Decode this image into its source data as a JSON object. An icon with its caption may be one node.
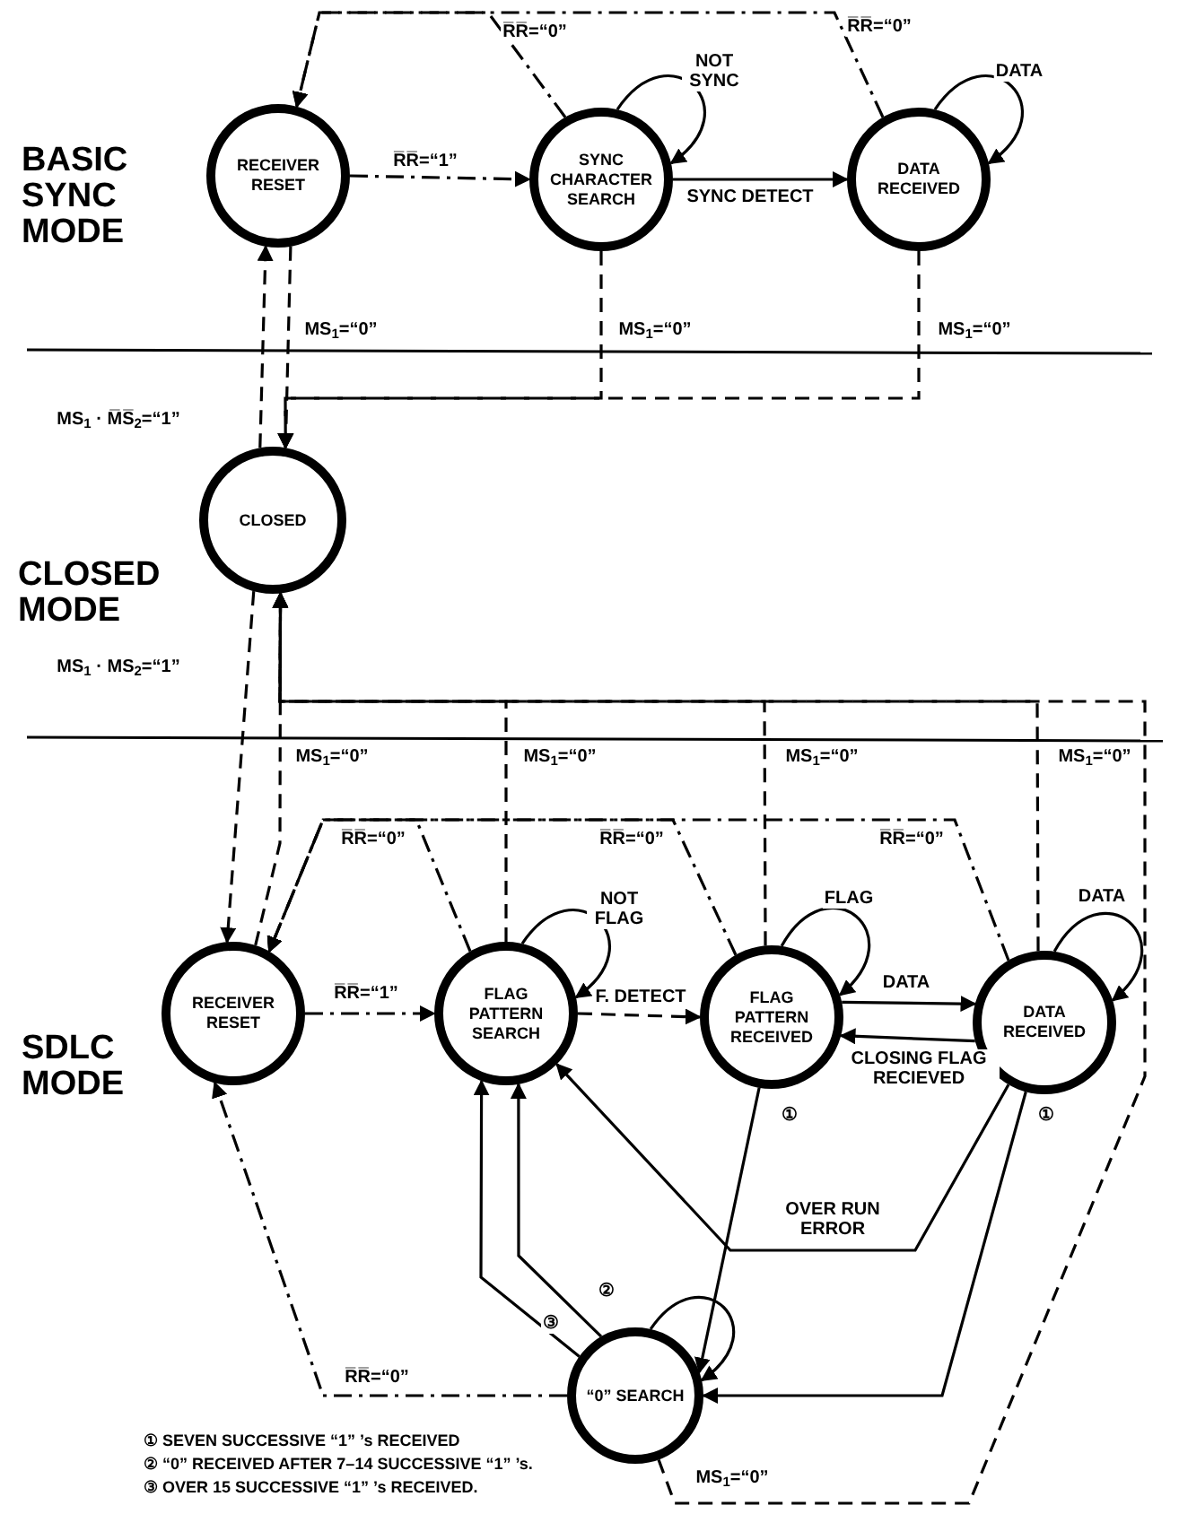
{
  "diagram": {
    "nodes": [
      {
        "text": [
          "RECEIVER RESET"
        ]
      },
      {
        "text": [
          "SYNC CHARACTER SEARCH"
        ]
      },
      {
        "text": [
          "DATA RECEIVED"
        ]
      },
      {
        "text": [
          "CLOSED"
        ]
      },
      {
        "text": [
          "RECEIVER RESET"
        ]
      },
      {
        "text": [
          "FLAG PATTERN SEARCH"
        ]
      },
      {
        "text": [
          "FLAG PATTERN RECEIVED"
        ]
      },
      {
        "text": [
          "DATA RECEIVED"
        ]
      },
      {
        "text": [
          "“0” SEARCH"
        ]
      }
    ],
    "edges": [
      {
        "from": 0,
        "to": 1,
        "arrow": "to",
        "label": "R̅R̅=“1”",
        "style": "dashed"
      },
      {
        "from": 1,
        "to": 1,
        "arrow": "to",
        "label": "NOT SYNC"
      },
      {
        "from": 1,
        "to": 2,
        "arrow": "to",
        "label": "SYNC DETECT"
      },
      {
        "from": 2,
        "to": 2,
        "arrow": "to",
        "label": "DATA"
      },
      {
        "from": 1,
        "to": 0,
        "arrow": "to",
        "label": "R̅R̅=“0”",
        "style": "dashed"
      },
      {
        "from": 2,
        "to": 0,
        "arrow": "to",
        "label": "R̅R̅=“0”",
        "style": "dashed"
      },
      {
        "from": 0,
        "to": 3,
        "arrow": "to",
        "label": "MS$_{1}$=“0”",
        "style": "dashed"
      },
      {
        "from": 1,
        "to": 3,
        "arrow": "to",
        "label": "MS$_{1}$=“0”",
        "style": "dashed"
      },
      {
        "from": 2,
        "to": 3,
        "arrow": "to",
        "label": "MS$_{1}$=“0”",
        "style": "dashed"
      },
      {
        "from": 3,
        "to": 0,
        "arrow": "to",
        "label": "MS$_{1}$ · M̅S̅$_{2}$=“1”",
        "style": "dashed"
      },
      {
        "from": 3,
        "to": 4,
        "arrow": "to",
        "label": "MS$_{1}$ · MS$_{2}$=“1”",
        "style": "dashed"
      },
      {
        "from": 4,
        "to": 3,
        "arrow": "to",
        "label": "MS$_{1}$=“0”",
        "style": "dashed"
      },
      {
        "from": 5,
        "to": 3,
        "arrow": "to",
        "label": "MS$_{1}$=“0”",
        "style": "dashed"
      },
      {
        "from": 6,
        "to": 3,
        "arrow": "to",
        "label": "MS$_{1}$=“0”",
        "style": "dashed"
      },
      {
        "from": 7,
        "to": 3,
        "arrow": "to",
        "label": "MS$_{1}$=“0”",
        "style": "dashed"
      },
      {
        "from": 8,
        "to": 3,
        "arrow": "to",
        "label": "MS$_{1}$=“0”",
        "style": "dashed"
      },
      {
        "from": 4,
        "to": 5,
        "arrow": "to",
        "label": "R̅R̅=“1”",
        "style": "dashed"
      },
      {
        "from": 5,
        "to": 5,
        "arrow": "to",
        "label": "NOT FLAG"
      },
      {
        "from": 5,
        "to": 6,
        "arrow": "to",
        "label": "F. DETECT",
        "style": "dashed"
      },
      {
        "from": 6,
        "to": 6,
        "arrow": "to",
        "label": "FLAG"
      },
      {
        "from": 6,
        "to": 7,
        "arrow": "to",
        "label": "DATA"
      },
      {
        "from": 7,
        "to": 6,
        "arrow": "to",
        "label": "CLOSING FLAG RECIEVED"
      },
      {
        "from": 7,
        "to": 7,
        "arrow": "to",
        "label": "DATA"
      },
      {
        "from": 5,
        "to": 4,
        "arrow": "to",
        "label": "R̅R̅=“0”",
        "style": "dashed"
      },
      {
        "from": 6,
        "to": 4,
        "arrow": "to",
        "label": "R̅R̅=“0”",
        "style": "dashed"
      },
      {
        "from": 7,
        "to": 4,
        "arrow": "to",
        "label": "R̅R̅=“0”",
        "style": "dashed"
      },
      {
        "from": 6,
        "to": 8,
        "arrow": "to",
        "label": "①"
      },
      {
        "from": 7,
        "to": 8,
        "arrow": "to",
        "label": "①"
      },
      {
        "from": 7,
        "to": 5,
        "arrow": "to",
        "label": "OVER RUN ERROR"
      },
      {
        "from": 8,
        "to": 5,
        "arrow": "to",
        "label": "③"
      },
      {
        "from": 8,
        "to": 5,
        "arrow": "to",
        "label": "②"
      },
      {
        "from": 8,
        "to": 8,
        "arrow": "to"
      },
      {
        "from": 8,
        "to": 4,
        "arrow": "to",
        "label": "R̅R̅=“0”",
        "style": "dashed"
      }
    ],
    "labels": [
      "BASIC SYNC MODE",
      "CLOSED MODE",
      "SDLC MODE",
      "① SEVEN SUCCESSIVE “1” ’s RECEIVED",
      "② “0” RECEIVED AFTER 7–14 SUCCESSIVE “1” ’s.",
      "③ OVER 15 SUCCESSIVE “1” ’s RECEIVED."
    ]
  }
}
